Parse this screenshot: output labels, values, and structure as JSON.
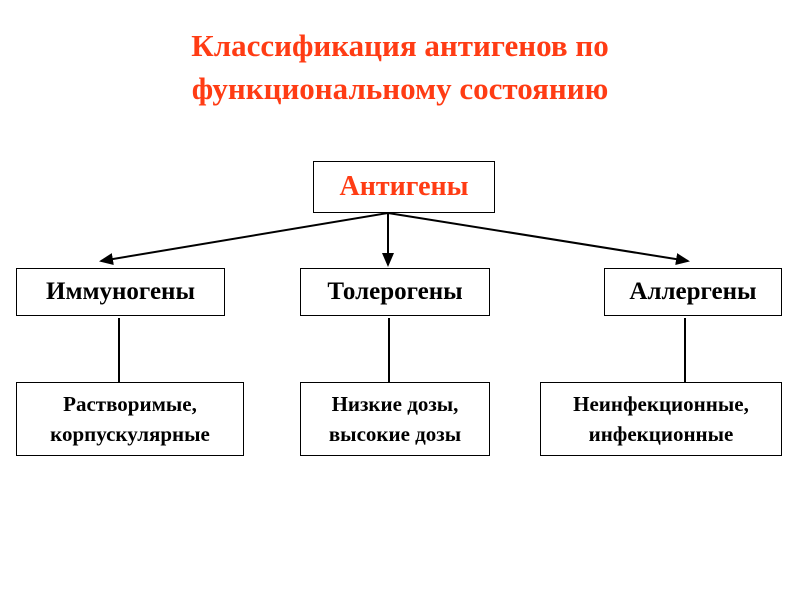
{
  "title": {
    "line1": "Классификация антигенов по",
    "line2": "функциональному состоянию"
  },
  "root": {
    "label": "Антигены",
    "color": "#ff3c14"
  },
  "categories": [
    {
      "label": "Иммуногены",
      "detail_line1": "Растворимые,",
      "detail_line2": "корпускулярные"
    },
    {
      "label": "Толерогены",
      "detail_line1": "Низкие дозы,",
      "detail_line2": "высокие дозы"
    },
    {
      "label": "Аллергены",
      "detail_line1": "Неинфекционные,",
      "detail_line2": "инфекционные"
    }
  ]
}
